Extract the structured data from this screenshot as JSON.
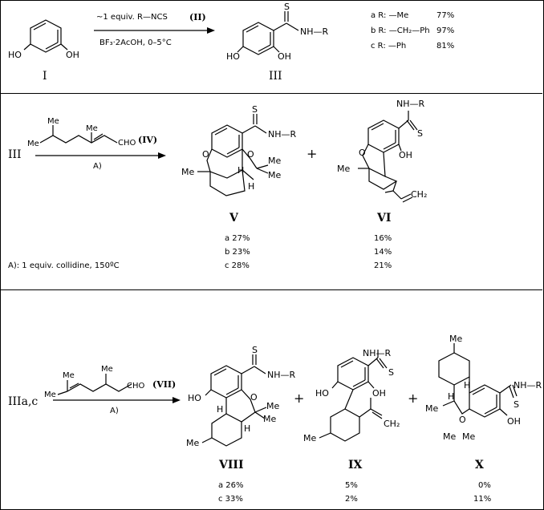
{
  "section1": {
    "reactant_label": "I",
    "reagent_line1": "~1 equiv.  R—NCS",
    "reagent_code": "(II)",
    "conditions": "BF₃·2AcOH,   0–5°C",
    "product_label": "III",
    "product_group": "NH—R",
    "yields": [
      {
        "label": "a R: —Me",
        "value": "77%"
      },
      {
        "label": "b R: —CH₂—Ph",
        "value": "97%"
      },
      {
        "label": "c R: —Ph",
        "value": "81%"
      }
    ]
  },
  "section2": {
    "reactant_label": "III",
    "reagent_code": "(IV)",
    "reagent_group": "CHO",
    "conditions_ref": "A)",
    "plus": "+",
    "product_v_label": "V",
    "product_vi_label": "VI",
    "footnote": "A):  1 equiv. collidine,  150ºC",
    "v_yields": [
      "a 27%",
      "b 23%",
      "c 28%"
    ],
    "vi_yields": [
      "16%",
      "14%",
      "21%"
    ]
  },
  "section3": {
    "reactant_label": "IIIa,c",
    "reagent_code": "(VII)",
    "reagent_group": "CHO",
    "conditions_ref": "A)",
    "plus": "+",
    "product_viii_label": "VIII",
    "product_ix_label": "IX",
    "product_x_label": "X",
    "viii_yields": [
      "a 26%",
      "c 33%"
    ],
    "ix_yields": [
      "5%",
      "2%"
    ],
    "x_yields": [
      "0%",
      "11%"
    ]
  },
  "atoms": {
    "S": "S",
    "O": "O",
    "HO": "HO",
    "OH": "OH",
    "Me": "Me",
    "H": "H",
    "NHR": "NH—R",
    "CH2": "CH₂"
  }
}
